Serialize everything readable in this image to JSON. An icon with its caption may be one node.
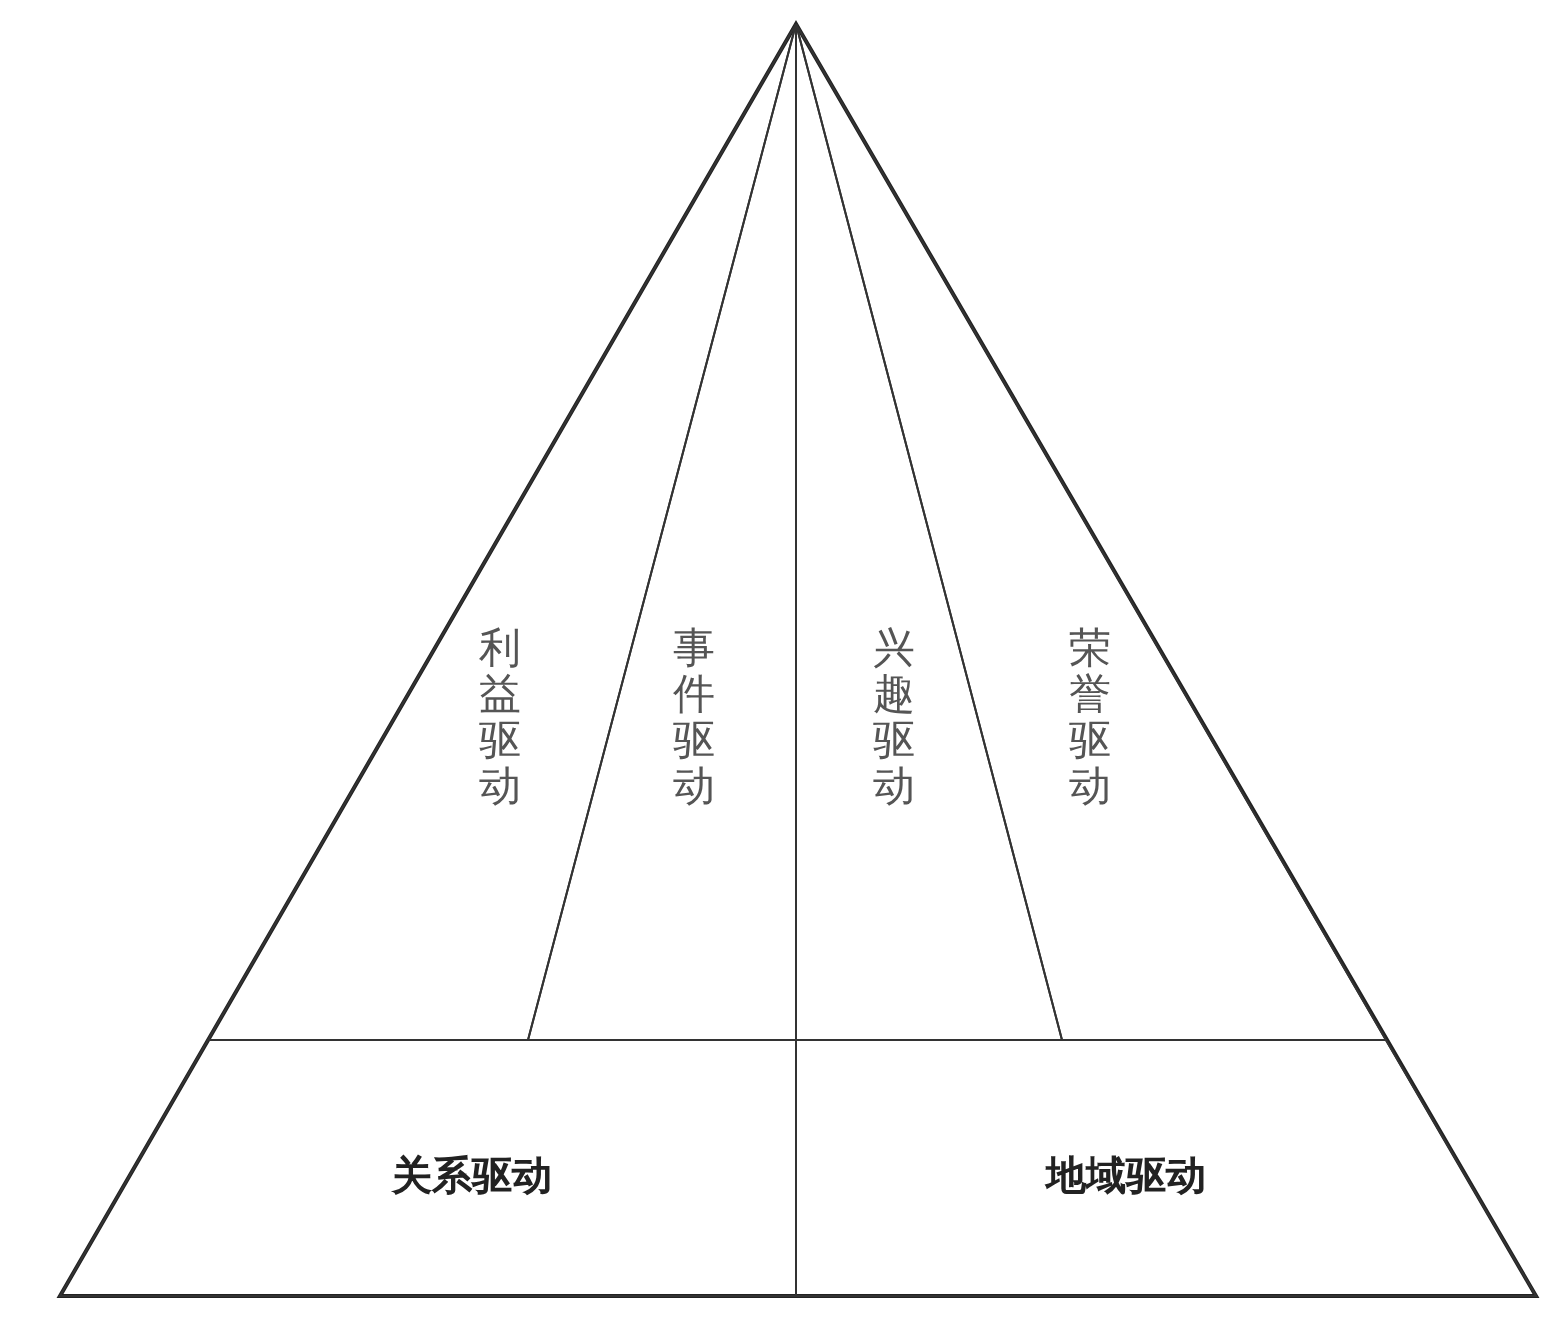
{
  "diagram": {
    "nodes": [
      {
        "text": [
          "利益驱动"
        ]
      },
      {
        "text": [
          "事件驱动"
        ]
      },
      {
        "text": [
          "兴趣驱动"
        ]
      },
      {
        "text": [
          "荣誉驱动"
        ]
      },
      {
        "text": [
          "关系驱动"
        ]
      },
      {
        "text": [
          "地域驱动"
        ]
      }
    ]
  }
}
